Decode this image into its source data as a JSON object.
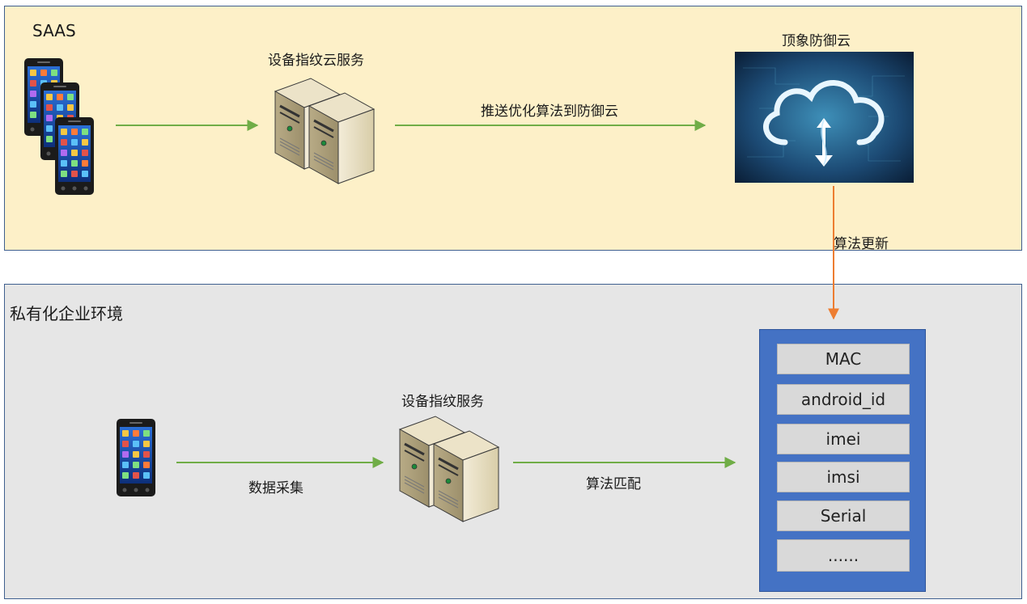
{
  "saas": {
    "title": "SAAS",
    "fingerprint_cloud_label": "设备指纹云服务",
    "push_label": "推送优化算法到防御云",
    "defense_cloud_label": "顶象防御云"
  },
  "update_label": "算法更新",
  "private": {
    "title": "私有化企业环境",
    "fingerprint_service_label": "设备指纹服务",
    "collect_label": "数据采集",
    "match_label": "算法匹配"
  },
  "fields": [
    "MAC",
    "android_id",
    "imei",
    "imsi",
    "Serial",
    "......"
  ],
  "colors": {
    "saas_bg": "#fdf0c8",
    "private_bg": "#e6e6e6",
    "panel_border": "#3f5f8f",
    "green_arrow": "#70ad47",
    "orange_arrow": "#ed7d31",
    "field_box": "#4472c4",
    "field_item": "#d9d9d9"
  },
  "icons": {
    "phones": "smartphone-icon",
    "server": "server-icon",
    "cloud": "cloud-sync-icon"
  }
}
